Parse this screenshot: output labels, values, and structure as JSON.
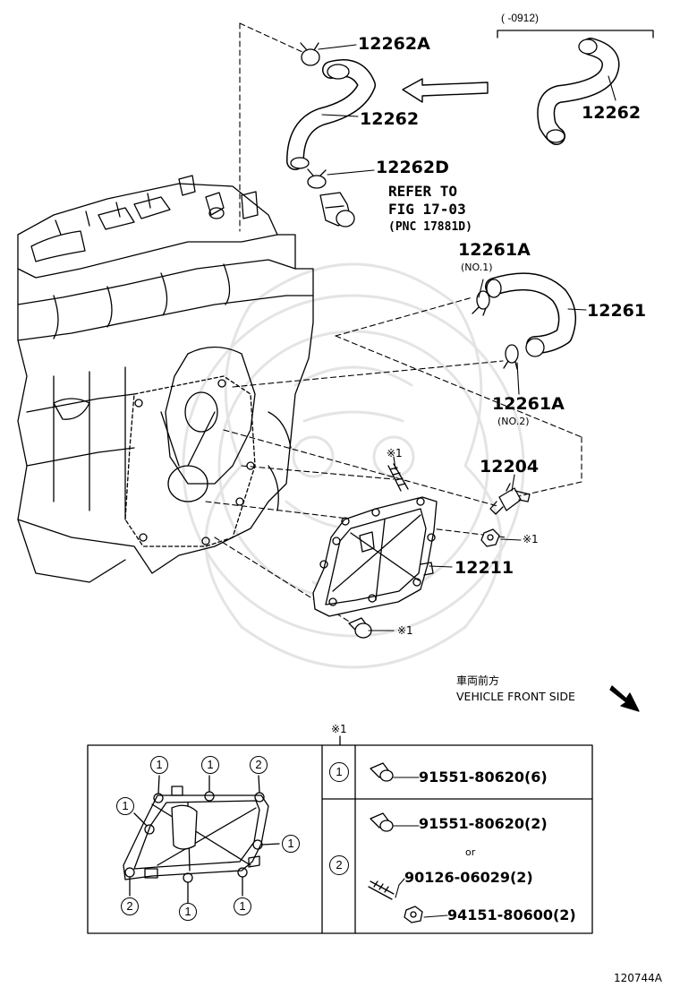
{
  "date_range": "(      -0912)",
  "parts": {
    "p12262A": "12262A",
    "p12262": "12262",
    "p12262_alt": "12262",
    "p12262D": "12262D",
    "p12261A_1": "12261A",
    "p12261A_1_sub": "(NO.1)",
    "p12261": "12261",
    "p12261A_2": "12261A",
    "p12261A_2_sub": "(NO.2)",
    "p12204": "12204",
    "p12211": "12211"
  },
  "refer": {
    "line1": "REFER TO",
    "line2": "FIG 17-03",
    "line3": "(PNC 17881D)"
  },
  "note_mark": "※1",
  "vehicle_front": {
    "jp": "車両前方",
    "en": "VEHICLE FRONT SIDE"
  },
  "table": {
    "header_mark": "※1",
    "row1_key": "1",
    "row2_key": "2",
    "row1_items": [
      "91551-80620(6)"
    ],
    "row2_items": [
      "91551-80620(2)",
      "or",
      "90126-06029(2)",
      "94151-80600(2)"
    ]
  },
  "gasket_markers": [
    "1",
    "1",
    "2",
    "1",
    "1",
    "2",
    "1",
    "1"
  ],
  "figure_code": "120744A"
}
